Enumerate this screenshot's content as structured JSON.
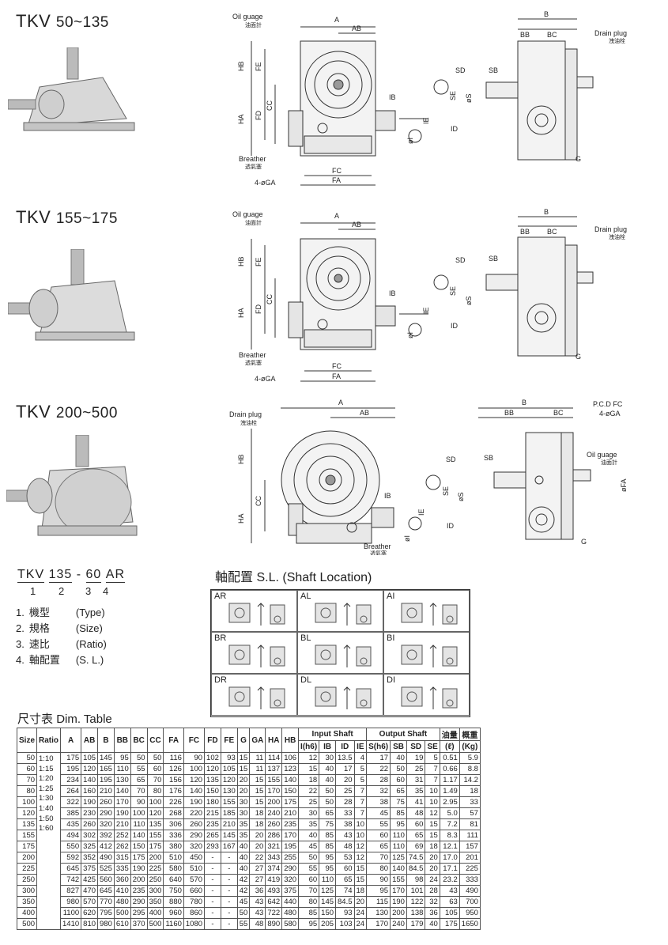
{
  "series": [
    {
      "prefix": "TKV",
      "range": "50~135"
    },
    {
      "prefix": "TKV",
      "range": "155~175"
    },
    {
      "prefix": "TKV",
      "range": "200~500"
    }
  ],
  "drawing_labels": {
    "oil_gauge": "Oil guage",
    "oil_gauge_cn": "油面計",
    "drain_plug": "Drain plug",
    "drain_plug_cn": "洩油栓",
    "breather": "Breather",
    "breather_cn": "透氣塞",
    "oil_gauge_3": "Oil guage",
    "pcd": "P.C.D FC",
    "ga_count": "4-øGA",
    "A": "A",
    "AB": "AB",
    "B": "B",
    "BB": "BB",
    "BC": "BC",
    "HB": "HB",
    "HA": "HA",
    "FE": "FE",
    "FD": "FD",
    "CC": "CC",
    "FC": "FC",
    "FA": "FA",
    "IB": "IB",
    "IE": "IE",
    "I": "øI",
    "ID": "ID",
    "SD": "SD",
    "SB": "SB",
    "SE": "SE",
    "S": "øS",
    "G": "G",
    "phiFA": "øFA"
  },
  "model_code": {
    "parts": [
      "TKV",
      "135",
      "-",
      "60",
      "AR"
    ],
    "indices": [
      "1",
      "2",
      "3",
      "4"
    ]
  },
  "legend": [
    {
      "n": "1.",
      "cn": "機型",
      "en": "(Type)"
    },
    {
      "n": "2.",
      "cn": "規格",
      "en": "(Size)"
    },
    {
      "n": "3.",
      "cn": "速比",
      "en": "(Ratio)"
    },
    {
      "n": "4.",
      "cn": "軸配置",
      "en": "(S. L.)"
    }
  ],
  "shaft_location": {
    "title_cn": "軸配置",
    "title_en": "S.L. (Shaft Location)",
    "codes": [
      "AR",
      "AL",
      "AI",
      "BR",
      "BL",
      "BI",
      "DR",
      "DL",
      "DI"
    ]
  },
  "dim_table": {
    "title_cn": "尺寸表",
    "title_en": "Dim. Table",
    "group_headers": {
      "input": "Input Shaft",
      "output": "Output Shaft",
      "oil_cn": "油量",
      "oil_unit": "(ℓ)",
      "weight_cn": "概重",
      "weight_unit": "(Kg)"
    },
    "headers": [
      "Size",
      "Ratio",
      "A",
      "AB",
      "B",
      "BB",
      "BC",
      "CC",
      "FA",
      "FC",
      "FD",
      "FE",
      "G",
      "GA",
      "HA",
      "HB",
      "I(h6)",
      "IB",
      "ID",
      "IE",
      "S(h6)",
      "SB",
      "SD",
      "SE"
    ],
    "ratios": [
      "1:10",
      "1:15",
      "1:20",
      "1:25",
      "1:30",
      "1:40",
      "1:50",
      "1:60"
    ],
    "rows": [
      [
        "50",
        "175",
        "105",
        "145",
        "95",
        "50",
        "50",
        "116",
        "90",
        "102",
        "93",
        "15",
        "11",
        "114",
        "106",
        "12",
        "30",
        "13.5",
        "4",
        "17",
        "40",
        "19",
        "5",
        "0.51",
        "5.9"
      ],
      [
        "60",
        "195",
        "120",
        "165",
        "110",
        "55",
        "60",
        "126",
        "100",
        "120",
        "105",
        "15",
        "11",
        "137",
        "123",
        "15",
        "40",
        "17",
        "5",
        "22",
        "50",
        "25",
        "7",
        "0.66",
        "8.8"
      ],
      [
        "70",
        "234",
        "140",
        "195",
        "130",
        "65",
        "70",
        "156",
        "120",
        "135",
        "120",
        "20",
        "15",
        "155",
        "140",
        "18",
        "40",
        "20",
        "5",
        "28",
        "60",
        "31",
        "7",
        "1.17",
        "14.2"
      ],
      [
        "80",
        "264",
        "160",
        "210",
        "140",
        "70",
        "80",
        "176",
        "140",
        "150",
        "130",
        "20",
        "15",
        "170",
        "150",
        "22",
        "50",
        "25",
        "7",
        "32",
        "65",
        "35",
        "10",
        "1.49",
        "18"
      ],
      [
        "100",
        "322",
        "190",
        "260",
        "170",
        "90",
        "100",
        "226",
        "190",
        "180",
        "155",
        "30",
        "15",
        "200",
        "175",
        "25",
        "50",
        "28",
        "7",
        "38",
        "75",
        "41",
        "10",
        "2.95",
        "33"
      ],
      [
        "120",
        "385",
        "230",
        "290",
        "190",
        "100",
        "120",
        "268",
        "220",
        "215",
        "185",
        "30",
        "18",
        "240",
        "210",
        "30",
        "65",
        "33",
        "7",
        "45",
        "85",
        "48",
        "12",
        "5.0",
        "57"
      ],
      [
        "135",
        "435",
        "260",
        "320",
        "210",
        "110",
        "135",
        "306",
        "260",
        "235",
        "210",
        "35",
        "18",
        "260",
        "235",
        "35",
        "75",
        "38",
        "10",
        "55",
        "95",
        "60",
        "15",
        "7.2",
        "81"
      ],
      [
        "155",
        "494",
        "302",
        "392",
        "252",
        "140",
        "155",
        "336",
        "290",
        "265",
        "145",
        "35",
        "20",
        "286",
        "170",
        "40",
        "85",
        "43",
        "10",
        "60",
        "110",
        "65",
        "15",
        "8.3",
        "111"
      ],
      [
        "175",
        "550",
        "325",
        "412",
        "262",
        "150",
        "175",
        "380",
        "320",
        "293",
        "167",
        "40",
        "20",
        "321",
        "195",
        "45",
        "85",
        "48",
        "12",
        "65",
        "110",
        "69",
        "18",
        "12.1",
        "157"
      ],
      [
        "200",
        "592",
        "352",
        "490",
        "315",
        "175",
        "200",
        "510",
        "450",
        "-",
        "-",
        "40",
        "22",
        "343",
        "255",
        "50",
        "95",
        "53",
        "12",
        "70",
        "125",
        "74.5",
        "20",
        "17.0",
        "201"
      ],
      [
        "225",
        "645",
        "375",
        "525",
        "335",
        "190",
        "225",
        "580",
        "510",
        "-",
        "-",
        "40",
        "27",
        "374",
        "290",
        "55",
        "95",
        "60",
        "15",
        "80",
        "140",
        "84.5",
        "20",
        "17.1",
        "225"
      ],
      [
        "250",
        "742",
        "425",
        "560",
        "360",
        "200",
        "250",
        "640",
        "570",
        "-",
        "-",
        "42",
        "27",
        "419",
        "320",
        "60",
        "110",
        "65",
        "15",
        "90",
        "155",
        "98",
        "24",
        "23.2",
        "333"
      ],
      [
        "300",
        "827",
        "470",
        "645",
        "410",
        "235",
        "300",
        "750",
        "660",
        "-",
        "-",
        "42",
        "36",
        "493",
        "375",
        "70",
        "125",
        "74",
        "18",
        "95",
        "170",
        "101",
        "28",
        "43",
        "490"
      ],
      [
        "350",
        "980",
        "570",
        "770",
        "480",
        "290",
        "350",
        "880",
        "780",
        "-",
        "-",
        "45",
        "43",
        "642",
        "440",
        "80",
        "145",
        "84.5",
        "20",
        "115",
        "190",
        "122",
        "32",
        "63",
        "700"
      ],
      [
        "400",
        "1100",
        "620",
        "795",
        "500",
        "295",
        "400",
        "960",
        "860",
        "-",
        "-",
        "50",
        "43",
        "722",
        "480",
        "85",
        "150",
        "93",
        "24",
        "130",
        "200",
        "138",
        "36",
        "105",
        "950"
      ],
      [
        "500",
        "1410",
        "810",
        "980",
        "610",
        "370",
        "500",
        "1160",
        "1080",
        "-",
        "-",
        "55",
        "48",
        "890",
        "580",
        "95",
        "205",
        "103",
        "24",
        "170",
        "240",
        "179",
        "40",
        "175",
        "1650"
      ]
    ]
  }
}
